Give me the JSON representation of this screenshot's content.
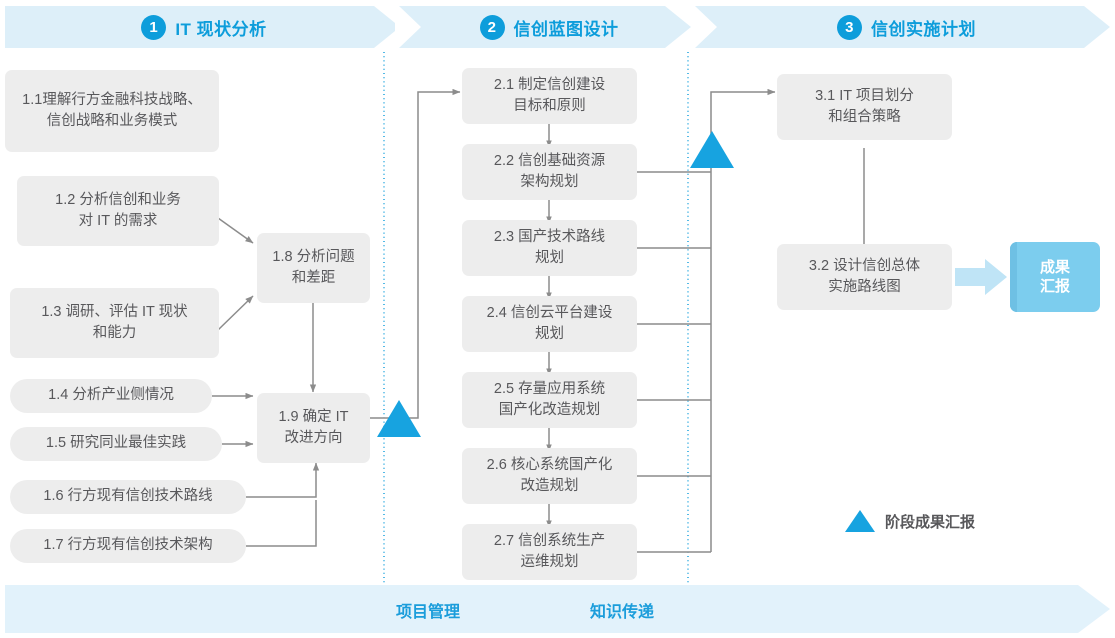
{
  "header": {
    "phases": [
      {
        "num": "1",
        "title": "IT 现状分析"
      },
      {
        "num": "2",
        "title": "信创蓝图设计"
      },
      {
        "num": "3",
        "title": "信创实施计划"
      }
    ]
  },
  "phase1": {
    "tasks": [
      {
        "id": "1.1",
        "label": "1.1理解行方金融科技战略、\n信创战略和业务模式"
      },
      {
        "id": "1.2",
        "label": "1.2 分析信创和业务\n对 IT 的需求"
      },
      {
        "id": "1.3",
        "label": "1.3 调研、评估 IT 现状\n和能力"
      },
      {
        "id": "1.4",
        "label": "1.4 分析产业侧情况"
      },
      {
        "id": "1.5",
        "label": "1.5 研究同业最佳实践"
      },
      {
        "id": "1.6",
        "label": "1.6 行方现有信创技术路线"
      },
      {
        "id": "1.7",
        "label": "1.7 行方现有信创技术架构"
      },
      {
        "id": "1.8",
        "label": "1.8 分析问题\n和差距"
      },
      {
        "id": "1.9",
        "label": "1.9 确定 IT\n改进方向"
      }
    ]
  },
  "phase2": {
    "tasks": [
      {
        "id": "2.1",
        "label": "2.1 制定信创建设\n目标和原则"
      },
      {
        "id": "2.2",
        "label": "2.2 信创基础资源\n架构规划"
      },
      {
        "id": "2.3",
        "label": "2.3 国产技术路线\n规划"
      },
      {
        "id": "2.4",
        "label": "2.4 信创云平台建设\n规划"
      },
      {
        "id": "2.5",
        "label": "2.5 存量应用系统\n国产化改造规划"
      },
      {
        "id": "2.6",
        "label": "2.6 核心系统国产化\n改造规划"
      },
      {
        "id": "2.7",
        "label": "2.7 信创系统生产\n运维规划"
      }
    ]
  },
  "phase3": {
    "tasks": [
      {
        "id": "3.1",
        "label": "3.1 IT 项目划分\n和组合策略"
      },
      {
        "id": "3.2",
        "label": "3.2 设计信创总体\n实施路线图"
      }
    ],
    "deliverable": "成果\n汇报"
  },
  "legend": {
    "milestone_label": "阶段成果汇报"
  },
  "footer": {
    "labels": [
      "项目管理",
      "知识传递"
    ]
  },
  "colors": {
    "accent": "#0d9ddb",
    "band_bg": "#ddeff9",
    "footer_bg": "#e2f2fb",
    "node_bg": "#ededed",
    "node_text": "#58585b",
    "wire": "#8c8c8c",
    "deliverable_bg": "#7ccdee",
    "milestone": "#17a3e0",
    "divider": "#29a8df"
  }
}
